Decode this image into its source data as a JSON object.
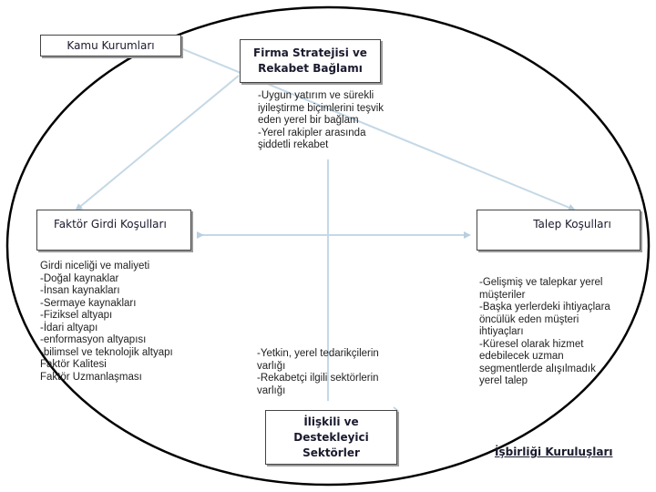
{
  "nodes": {
    "kamu": "Kamu Kurumları",
    "firma": [
      "Firma Stratejisi ve",
      "Rekabet Bağlamı"
    ],
    "faktor": "Faktör Girdi Koşulları",
    "talep": "Talep Koşulları",
    "iliskili": [
      "İlişkili ve",
      "Destekleyici",
      "Sektörler"
    ],
    "isbirligi": "İşbirliği Kuruluşları"
  },
  "texts": {
    "firma_desc": [
      "-Uygun yatırım ve sürekli",
      "iyileştirme biçimlerini teşvik",
      "eden yerel bir bağlam",
      "-Yerel rakipler arasında",
      "şiddetli rekabet"
    ],
    "faktor_desc": [
      "Girdi niceliği ve maliyeti",
      "-Doğal kaynaklar",
      "-İnsan kaynakları",
      "-Sermaye kaynakları",
      "-Fiziksel altyapı",
      "-İdari altyapı",
      "-enformasyon altyapısı",
      "-bilimsel ve teknolojik altyapı",
      "Faktör Kalitesi",
      "Faktör Uzmanlaşması"
    ],
    "talep_desc": [
      "-Gelişmiş ve talepkar yerel",
      "müşteriler",
      "-Başka yerlerdeki ihtiyaçlara",
      "öncülük eden müşteri",
      "ihtiyaçları",
      "-Küresel olarak hizmet",
      "edebilecek uzman",
      "segmentlerde alışılmadık",
      "yerel talep"
    ],
    "iliskili_desc": [
      "-Yetkin, yerel tedarikçilerin",
      "varlığı",
      "-Rekabetçi ilgili sektörlerin",
      "varlığı"
    ]
  },
  "colors": {
    "arrow": "#c4d8e6",
    "ellipse": "#000000"
  }
}
